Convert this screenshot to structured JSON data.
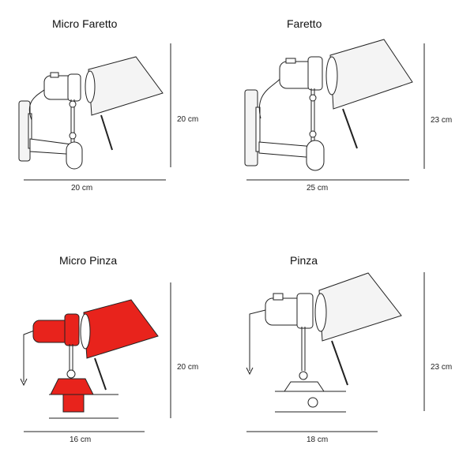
{
  "products": [
    {
      "title": "Micro Faretto",
      "width_label": "20 cm",
      "height_label": "20 cm"
    },
    {
      "title": "Faretto",
      "width_label": "25 cm",
      "height_label": "23 cm"
    },
    {
      "title": "Micro Pinza",
      "width_label": "16 cm",
      "height_label": "20 cm"
    },
    {
      "title": "Pinza",
      "width_label": "18 cm",
      "height_label": "23 cm"
    }
  ],
  "colors": {
    "line": "#222222",
    "accent_red": "#e8231c",
    "fill_light": "#f4f4f4"
  },
  "icons": [
    "wall-mount-lamp-icon",
    "clamp-lamp-icon"
  ]
}
